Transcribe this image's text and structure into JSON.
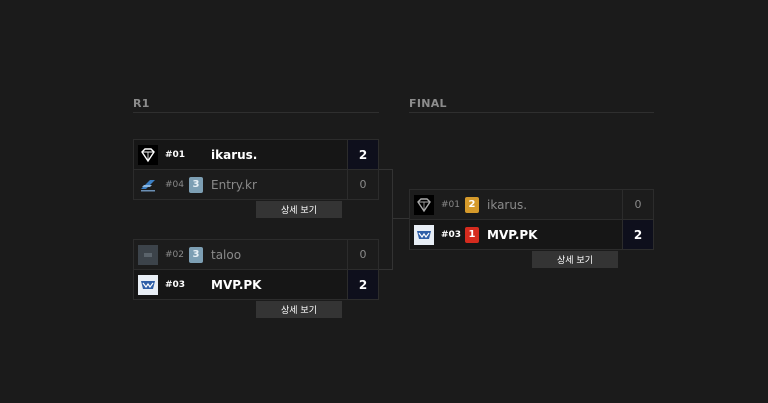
{
  "rounds": [
    {
      "title": "R1"
    },
    {
      "title": "FINAL"
    }
  ],
  "detail_label": "상세 보기",
  "matches": {
    "r1_m1": {
      "top": {
        "seed": "#01",
        "name": "ikarus.",
        "score": "2",
        "badge": ""
      },
      "bottom": {
        "seed": "#04",
        "name": "Entry.kr",
        "score": "0",
        "badge": "3"
      }
    },
    "r1_m2": {
      "top": {
        "seed": "#02",
        "name": "taloo",
        "score": "0",
        "badge": "3"
      },
      "bottom": {
        "seed": "#03",
        "name": "MVP.PK",
        "score": "2",
        "badge": ""
      }
    },
    "final": {
      "top": {
        "seed": "#01",
        "name": "ikarus.",
        "score": "0",
        "badge": "2"
      },
      "bottom": {
        "seed": "#03",
        "name": "MVP.PK",
        "score": "2",
        "badge": "1"
      }
    }
  },
  "colors": {
    "background": "#1b1b1b",
    "winner_score_bg": "#0e0f1c",
    "badge_gold": "#d59a2b",
    "badge_red": "#d52b1e",
    "badge_blue": "#7d9fb4"
  }
}
